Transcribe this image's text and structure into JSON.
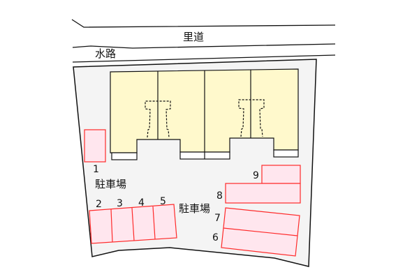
{
  "labels": {
    "road": "里道",
    "waterway": "水路",
    "parking_left": "駐車場",
    "parking_center": "駐車場"
  },
  "parking_spaces": [
    "1",
    "2",
    "3",
    "4",
    "5",
    "6",
    "7",
    "8",
    "9"
  ],
  "colors": {
    "building_fill": "#fff9cc",
    "lot_fill": "#f4f4f4",
    "parking_fill": "#ffe6ee",
    "parking_stroke": "#ff2a2a",
    "line": "#111111"
  }
}
